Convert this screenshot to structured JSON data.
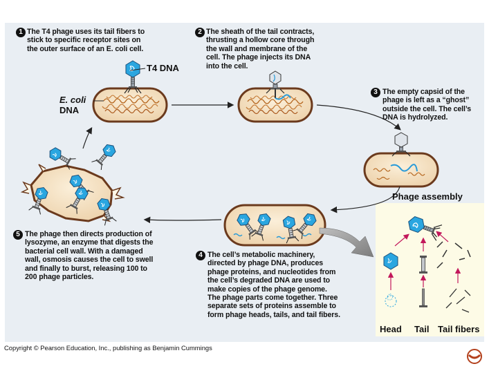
{
  "steps": [
    {
      "num": "1",
      "text": "The T4 phage uses its tail fibers to\nstick to specific receptor sites on\nthe outer surface of an E. coli cell."
    },
    {
      "num": "2",
      "text": "The sheath of the tail contracts,\nthrusting a hollow core through\nthe wall and membrane of the\ncell. The phage injects its DNA\ninto the cell."
    },
    {
      "num": "3",
      "text": "The empty capsid of the\nphage is left as a “ghost”\noutside the cell. The cell’s\nDNA is hydrolyzed."
    },
    {
      "num": "4",
      "text": "The cell’s metabolic machinery,\ndirected by phage DNA, produces\nphage proteins, and nucleotides from\nthe cell’s degraded DNA are used to\nmake copies of the phage genome.\nThe phage parts come together. Three\nseparate sets of proteins assemble to\nform phage heads, tails, and tail fibers."
    },
    {
      "num": "5",
      "text": "The phage then directs production of\nlysozyme, an enzyme that digests the\nbacterial cell wall. With a damaged\nwall, osmosis causes the cell to swell\nand finally to burst, releasing 100 to\n200 phage particles."
    }
  ],
  "labels": {
    "t4_dna": "T4 DNA",
    "ecoli_dna_line1": "E. coli",
    "ecoli_dna_line2": "DNA",
    "phage_assembly": "Phage assembly",
    "head": "Head",
    "tail": "Tail",
    "tail_fibers": "Tail fibers"
  },
  "copyright": "Copyright © Pearson Education, Inc., publishing as Benjamin Cummings",
  "colors": {
    "panel": "#e9eef3",
    "cell_fill": "#f6e3c4",
    "cell_wall": "#6b3a1d",
    "dna_host": "#b5651d",
    "dna_phage": "#2a9bd8",
    "capsid": "#2aa6e0",
    "arrow": "#222222",
    "magenta_arrow": "#c2185b",
    "assembly_bg": "#fdfbe6"
  }
}
